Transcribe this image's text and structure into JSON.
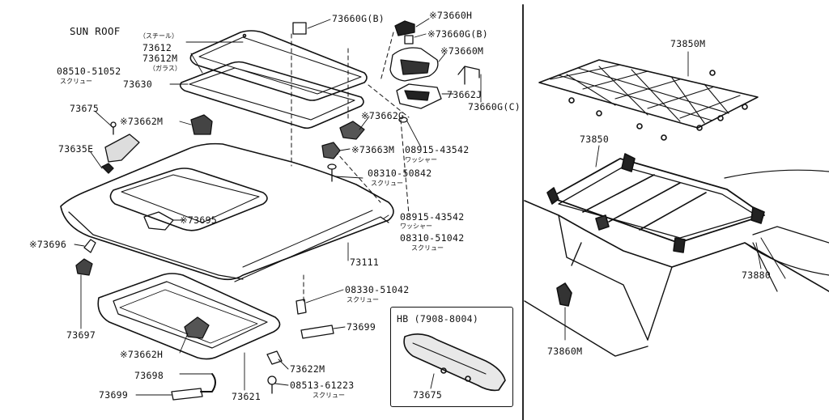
{
  "section_title": "SUN ROOF",
  "hb_box": {
    "title": "HB (7908-8004)",
    "part": "73675"
  },
  "labels": {
    "p73660G_B_top": "73660G(B)",
    "p73660H": "※73660H",
    "p73660G_B_right": "※73660G(B)",
    "p73660M": "※73660M",
    "p73612": "73612",
    "p73612_sub": "（スチール）",
    "p73612M": "73612M",
    "p73612M_sub": "（ガラス）",
    "p08510": "08510-51052",
    "p08510_sub": "スクリュー",
    "p73630": "73630",
    "p73662J": "73662J",
    "p73660G_C": "73660G(C)",
    "p73675": "73675",
    "p73662M": "※73662M",
    "p73662G": "※73662G",
    "p73635E": "73635E",
    "p73663M": "※73663M",
    "p08915a": "08915-43542",
    "p08915a_sub": "ワッシャー",
    "p08310a": "08310-50842",
    "p08310a_sub": "スクリュー",
    "p73695": "※73695",
    "p08915b": "08915-43542",
    "p08915b_sub": "ワッシャー",
    "p08310b": "08310-51042",
    "p08310b_sub": "スクリュー",
    "p73696": "※73696",
    "p73111": "73111",
    "p08330": "08330-51042",
    "p08330_sub": "スクリュー",
    "p73697": "73697",
    "p73699a": "73699",
    "p73662H": "※73662H",
    "p73622M": "73622M",
    "p73698": "73698",
    "p08513": "08513-61223",
    "p08513_sub": "スクリュー",
    "p73699b": "73699",
    "p73621": "73621",
    "p73850M": "73850M",
    "p73850": "73850",
    "p73880": "73880",
    "p73860M": "73860M"
  }
}
